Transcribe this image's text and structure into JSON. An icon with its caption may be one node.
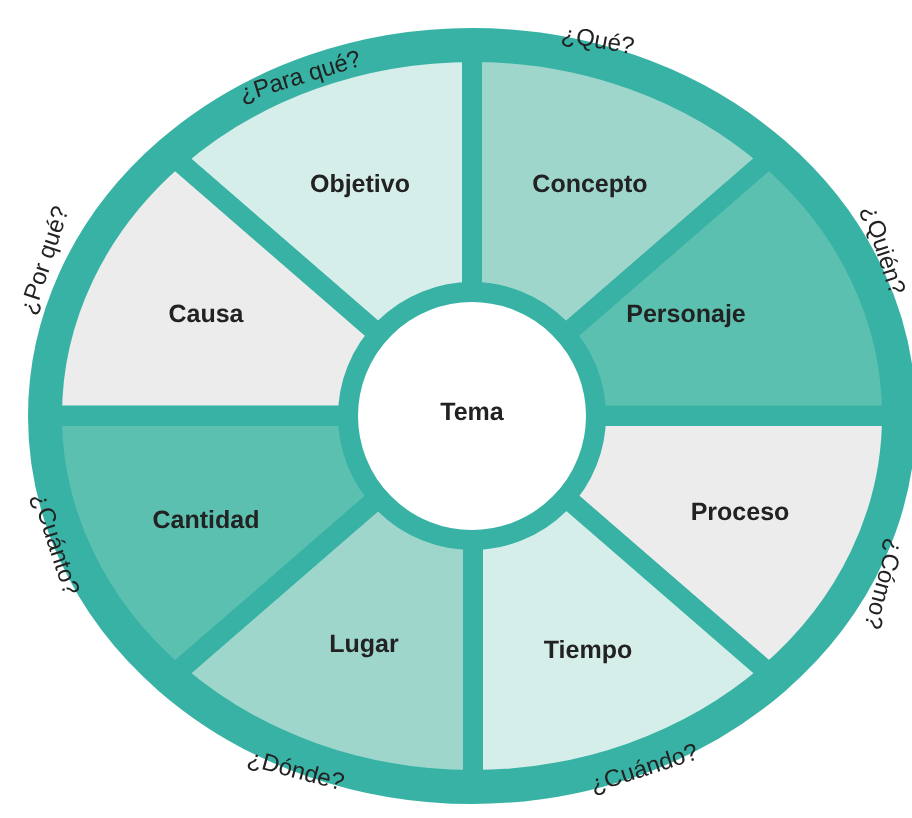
{
  "diagram": {
    "nodes": [
      {
        "text": [
          "Tema"
        ]
      },
      {
        "text": [
          "Objetivo"
        ],
        "beside": [
          "¿Para qué?"
        ]
      },
      {
        "text": [
          "Concepto"
        ],
        "beside": [
          "¿Qué?"
        ]
      },
      {
        "text": [
          "Personaje"
        ],
        "beside": [
          "¿Quién?"
        ]
      },
      {
        "text": [
          "Proceso"
        ],
        "beside": [
          "¿Cómo?"
        ]
      },
      {
        "text": [
          "Tiempo"
        ],
        "beside": [
          "¿Cuándo?"
        ]
      },
      {
        "text": [
          "Lugar"
        ],
        "beside": [
          "¿Dónde?"
        ]
      },
      {
        "text": [
          "Cantidad"
        ],
        "beside": [
          "¿Cuánto?"
        ]
      },
      {
        "text": [
          "Causa"
        ],
        "beside": [
          "¿Por qué?"
        ]
      }
    ]
  }
}
